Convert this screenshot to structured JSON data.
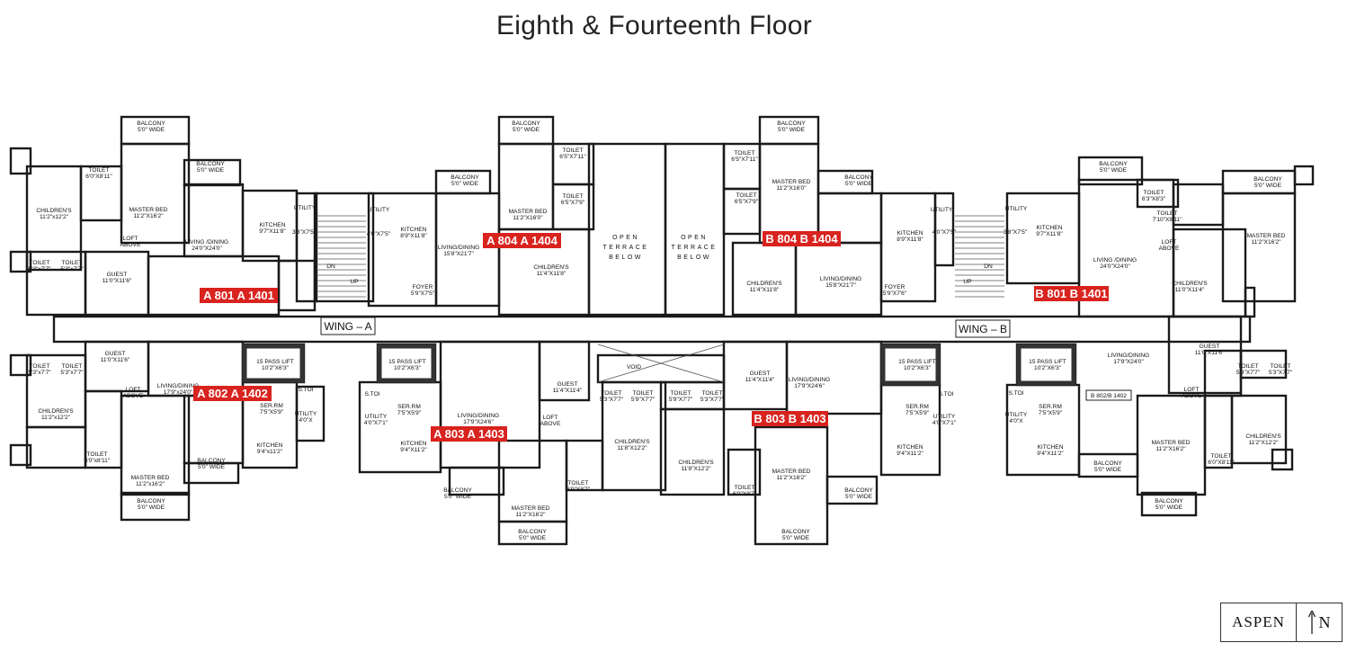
{
  "title": "Eighth & Fourteenth Floor",
  "units": [
    "A 801 A 1401",
    "A 802 A 1402",
    "A 804 A 1404",
    "A 803 A 1403",
    "B 804 B 1404",
    "B 803 B 1403",
    "B 801 B 1401"
  ],
  "unit_color": "#d8231f",
  "small_unit_tag": "B 802/B 1402",
  "wings": [
    "WING  –  A",
    "WING  –  B"
  ],
  "open_terrace": [
    "OPEN",
    "TERRACE",
    "BELOW"
  ],
  "stairs": {
    "down": "DN",
    "up": "UP"
  },
  "logo": {
    "brand": "ASPEN",
    "north": "N",
    "north_icon": "north-arrow-icon"
  },
  "rooms": [
    {
      "name": "BALCONY",
      "size": "5'0\" WIDE"
    },
    {
      "name": "BALCONY",
      "size": "5'0\" WIDE"
    },
    {
      "name": "TOILET",
      "size": "6'0\"X8'11\""
    },
    {
      "name": "MASTER BED",
      "size": "11'2\"X16'2\""
    },
    {
      "name": "CHILDREN'S",
      "size": "11'2\"x12'2\""
    },
    {
      "name": "KITCHEN",
      "size": "9'7\"X11'8\""
    },
    {
      "name": "UTILITY",
      "size": ""
    },
    {
      "name": "",
      "size": "3'8\"X7'5\""
    },
    {
      "name": "LOFT",
      "size": "ABOVE"
    },
    {
      "name": "LIVING /DINING",
      "size": "24'0\"X24'0\""
    },
    {
      "name": "TOILET",
      "size": "5'3\"x7'7\""
    },
    {
      "name": "TOILET",
      "size": "5'3\"x7'7\""
    },
    {
      "name": "GUEST",
      "size": "11'0\"X11'6\""
    },
    {
      "name": "GUEST",
      "size": "11'0\"X11'6\""
    },
    {
      "name": "TOILET",
      "size": "5'3\"x7'7\""
    },
    {
      "name": "TOILET",
      "size": "5'3\"x7'7\""
    },
    {
      "name": "LIVING/DINING",
      "size": "17'9\"x24'0\""
    },
    {
      "name": "LOFT",
      "size": "ABOVE"
    },
    {
      "name": "15 PASS LIFT",
      "size": "10'2\"X6'3\""
    },
    {
      "name": "S.TOI",
      "size": ""
    },
    {
      "name": "SER.RM",
      "size": "7'5\"X5'9\""
    },
    {
      "name": "UTILITY",
      "size": "4'0\"X"
    },
    {
      "name": "CHILDREN'S",
      "size": "11'2\"x12'2\""
    },
    {
      "name": "KITCHEN",
      "size": "9'4\"x11'2\""
    },
    {
      "name": "TOILET",
      "size": "6'0\"x8'11\""
    },
    {
      "name": "BALCONY",
      "size": "5'0\" WIDE"
    },
    {
      "name": "MASTER BED",
      "size": "11'2\"x16'2\""
    },
    {
      "name": "BALCONY",
      "size": "5'0\" WIDE"
    },
    {
      "name": "BALCONY",
      "size": "5'0\" WIDE"
    },
    {
      "name": "TOILET",
      "size": "6'5\"X7'11\""
    },
    {
      "name": "BALCONY",
      "size": "5'0\" WIDE"
    },
    {
      "name": "TOILET",
      "size": "6'5\"X7'9\""
    },
    {
      "name": "MASTER BED",
      "size": "11'2\"X16'0\""
    },
    {
      "name": "UTILITY",
      "size": ""
    },
    {
      "name": "",
      "size": "4'0\"X7'5\""
    },
    {
      "name": "KITCHEN",
      "size": "8'9\"X11'8\""
    },
    {
      "name": "LIVING/DINING",
      "size": "15'8\"X21'7\""
    },
    {
      "name": "CHILDREN'S",
      "size": "11'4\"X11'8\""
    },
    {
      "name": "FOYER",
      "size": "5'9\"X7'5\""
    },
    {
      "name": "BALCONY",
      "size": "5'0\" WIDE"
    },
    {
      "name": "TOILET",
      "size": "6'5\"X7'11\""
    },
    {
      "name": "MASTER BED",
      "size": "11'2\"X16'0\""
    },
    {
      "name": "TOILET",
      "size": "6'5\"X7'9\""
    },
    {
      "name": "BALCONY",
      "size": "5'0\" WIDE"
    },
    {
      "name": "CHILDREN'S",
      "size": "11'4\"X11'8\""
    },
    {
      "name": "LIVING/DINING",
      "size": "15'8\"X21'7\""
    },
    {
      "name": "KITCHEN",
      "size": "8'9\"X11'8\""
    },
    {
      "name": "UTILITY",
      "size": ""
    },
    {
      "name": "",
      "size": "4'0\"X7'5\""
    },
    {
      "name": "FOYER",
      "size": "5'9\"X7'6\""
    },
    {
      "name": "UTILITY",
      "size": ""
    },
    {
      "name": "",
      "size": "3'8\"X7'5\""
    },
    {
      "name": "KITCHEN",
      "size": "9'7\"X11'8\""
    },
    {
      "name": "BALCONY",
      "size": "5'0\" WIDE"
    },
    {
      "name": "LIVING /DINING",
      "size": "24'0\"X24'0\""
    },
    {
      "name": "TOILET",
      "size": "6'3\"X8'3\""
    },
    {
      "name": "TOILET",
      "size": "7'10\"X8'11\""
    },
    {
      "name": "BALCONY",
      "size": "5'0\" WIDE"
    },
    {
      "name": "LOFT",
      "size": "ABOVE"
    },
    {
      "name": "MASTER BED",
      "size": "11'2\"X16'2\""
    },
    {
      "name": "CHILDREN'S",
      "size": "11'0\"X11'4\""
    },
    {
      "name": "15 PASS LIFT",
      "size": "10'2\"X6'3\""
    },
    {
      "name": "S.TOI",
      "size": ""
    },
    {
      "name": "SER.RM",
      "size": "7'5\"X5'9\""
    },
    {
      "name": "UTILITY",
      "size": "4'0\"X7'1\""
    },
    {
      "name": "GUEST",
      "size": "11'4\"X11'4\""
    },
    {
      "name": "LIVING/DINING",
      "size": "17'9\"X24'6\""
    },
    {
      "name": "LOFT",
      "size": "ABOVE"
    },
    {
      "name": "KITCHEN",
      "size": "9'4\"X11'2\""
    },
    {
      "name": "TOILET",
      "size": "5'3\"X7'7\""
    },
    {
      "name": "TOILET",
      "size": "5'9\"X7'7\""
    },
    {
      "name": "TOILET",
      "size": "5'9\"X7'7\""
    },
    {
      "name": "TOILET",
      "size": "5'3\"X7'7\""
    },
    {
      "name": "VOID",
      "size": ""
    },
    {
      "name": "CHILDREN'S",
      "size": "11'8\"X12'2\""
    },
    {
      "name": "CHILDREN'S",
      "size": "11'8\"X12'2\""
    },
    {
      "name": "TOILET",
      "size": "6'0\"X8'7\""
    },
    {
      "name": "BALCONY",
      "size": "5'0\" WIDE"
    },
    {
      "name": "MASTER BED",
      "size": "11'2\"X16'2\""
    },
    {
      "name": "BALCONY",
      "size": "5'0\" WIDE"
    },
    {
      "name": "GUEST",
      "size": "11'4\"X11'4\""
    },
    {
      "name": "LIVING/DINING",
      "size": "17'9\"X24'6\""
    },
    {
      "name": "MASTER BED",
      "size": "11'2\"X16'2\""
    },
    {
      "name": "TOILET",
      "size": "6'0\"X8'7\""
    },
    {
      "name": "BALCONY",
      "size": "5'0\" WIDE"
    },
    {
      "name": "BALCONY",
      "size": "5'0\" WIDE"
    },
    {
      "name": "15 PASS LIFT",
      "size": "10'2\"X6'3\""
    },
    {
      "name": "S.TOI",
      "size": ""
    },
    {
      "name": "SER.RM",
      "size": "7'5\"X5'9\""
    },
    {
      "name": "UTILITY",
      "size": "4'0\"X7'1\""
    },
    {
      "name": "KITCHEN",
      "size": "9'4\"X11'2\""
    },
    {
      "name": "15 PASS LIFT",
      "size": "10'2\"X6'3\""
    },
    {
      "name": "S.TOI",
      "size": ""
    },
    {
      "name": "UTILITY",
      "size": "4'0\"X"
    },
    {
      "name": "SER.RM",
      "size": "7'5\"X5'9\""
    },
    {
      "name": "KITCHEN",
      "size": "9'4\"X11'2\""
    },
    {
      "name": "BALCONY",
      "size": "5'0\" WIDE"
    },
    {
      "name": "LIVING/DINING",
      "size": "17'9\"X24'0\""
    },
    {
      "name": "GUEST",
      "size": "11'0\"X11'6\""
    },
    {
      "name": "TOILET",
      "size": "5'3\"X7'7\""
    },
    {
      "name": "TOILET",
      "size": "5'3\"X7'7\""
    },
    {
      "name": "LOFT",
      "size": "ABOVE"
    },
    {
      "name": "CHILDREN'S",
      "size": "11'2\"X12'2\""
    },
    {
      "name": "MASTER BED",
      "size": "11'2\"X16'2\""
    },
    {
      "name": "TOILET",
      "size": "6'0\"X8'11\""
    },
    {
      "name": "BALCONY",
      "size": "5'0\" WIDE"
    }
  ]
}
